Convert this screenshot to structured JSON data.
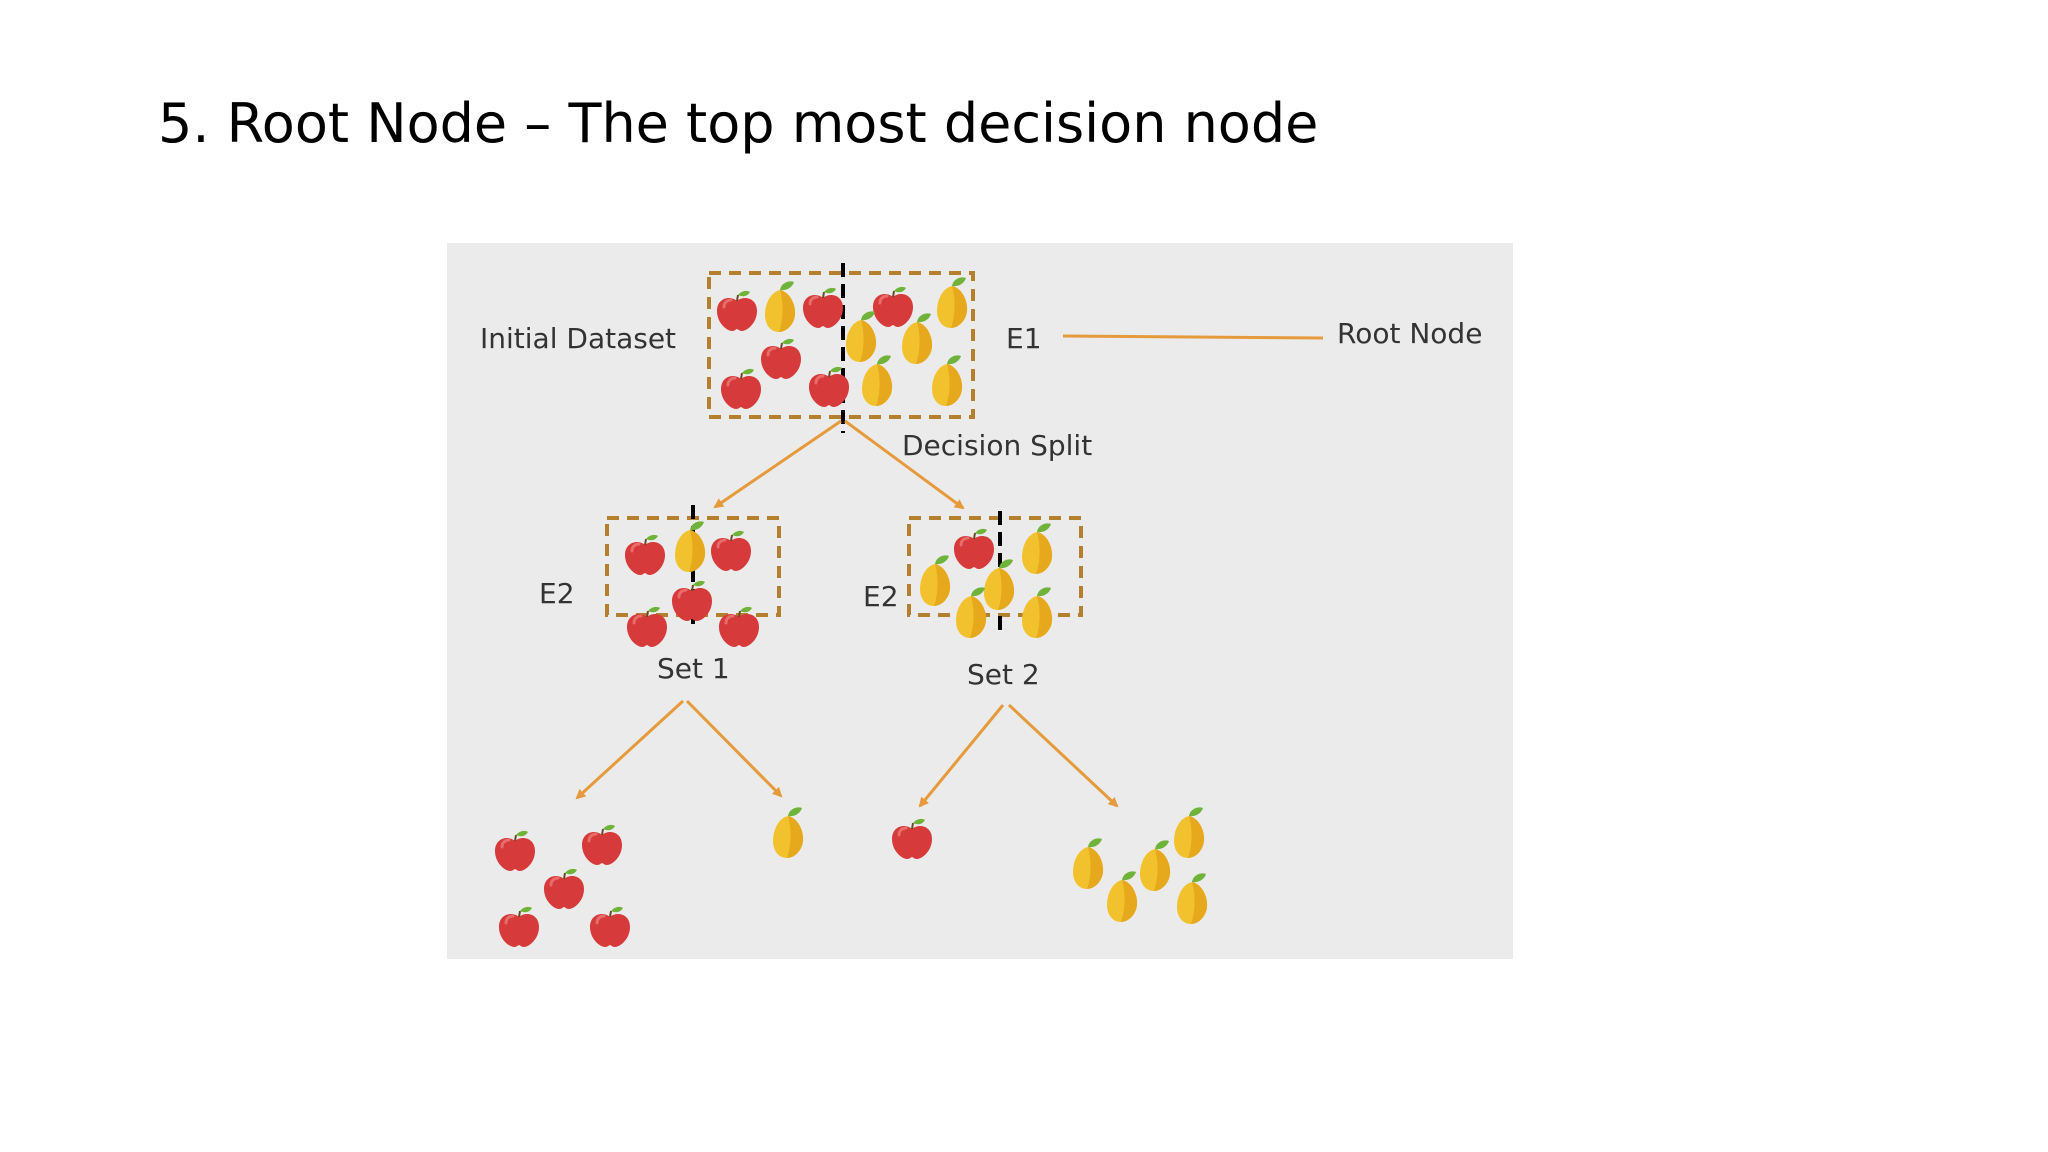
{
  "slide": {
    "title": "5. Root Node – The top most decision node"
  },
  "diagram": {
    "labels": {
      "initial_dataset": "Initial Dataset",
      "e1": "E1",
      "root_node": "Root Node",
      "decision_split": "Decision Split",
      "e2_left": "E2",
      "e2_right": "E2",
      "set1": "Set 1",
      "set2": "Set 2"
    },
    "colors": {
      "background": "#ebebeb",
      "arrow": "#e59a3b",
      "box_border": "#b5802e",
      "apple": "#d63a3a",
      "mango": "#f2c22e",
      "leaf": "#6fb33a",
      "split_line": "#000000"
    }
  }
}
